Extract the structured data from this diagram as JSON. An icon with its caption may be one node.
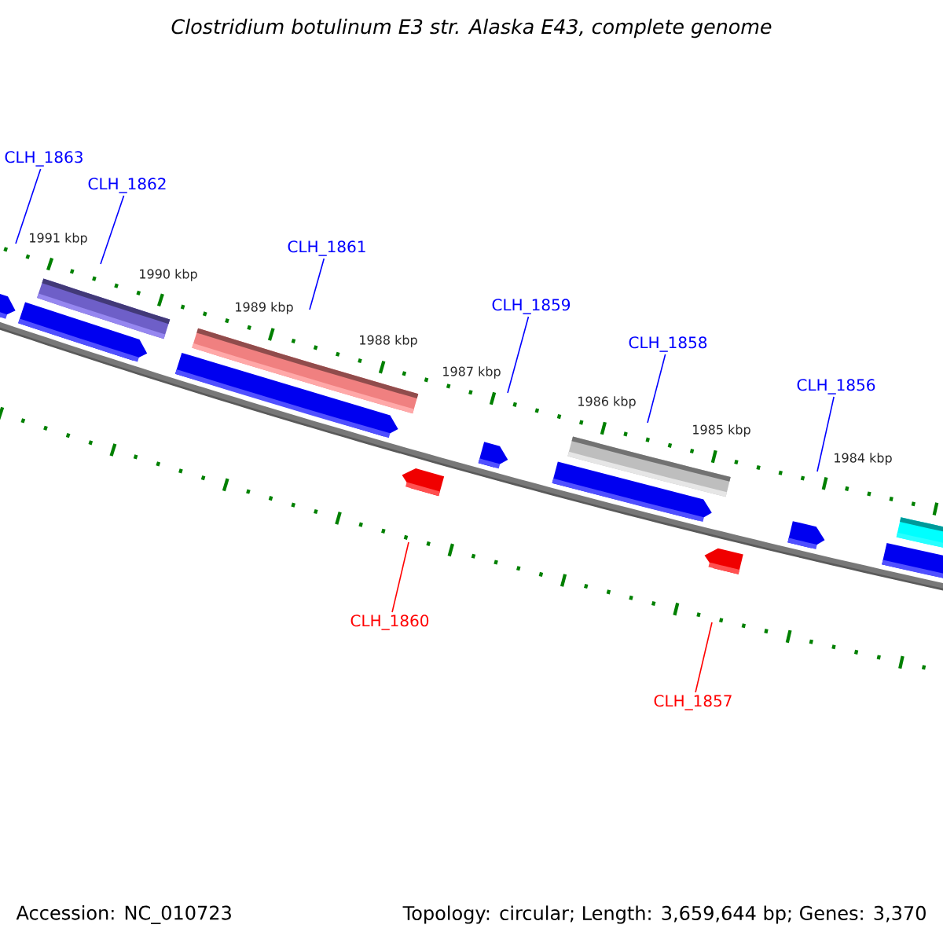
{
  "diagram": {
    "title": "Clostridium botulinum E3 str. Alaska E43, complete genome",
    "nodes": [
      {
        "text": [
          "CLH_1863"
        ]
      },
      {
        "text": [
          "CLH_1862"
        ]
      },
      {
        "text": [
          "CLH_1861"
        ]
      },
      {
        "text": [
          "CLH_1859"
        ]
      },
      {
        "text": [
          "CLH_1858"
        ]
      },
      {
        "text": [
          "CLH_1856"
        ]
      },
      {
        "text": [
          "CLH_1860"
        ]
      },
      {
        "text": [
          "CLH_1857"
        ]
      }
    ],
    "edges": [
      {
        "from": 0,
        "to": null,
        "arrow": "none"
      },
      {
        "from": 1,
        "to": null,
        "arrow": "none"
      },
      {
        "from": 2,
        "to": null,
        "arrow": "none"
      },
      {
        "from": 3,
        "to": null,
        "arrow": "none"
      },
      {
        "from": 4,
        "to": null,
        "arrow": "none"
      },
      {
        "from": 5,
        "to": null,
        "arrow": "none"
      },
      {
        "from": 6,
        "to": null,
        "arrow": "none",
        "color": "#ff0000"
      },
      {
        "from": 7,
        "to": null,
        "arrow": "none",
        "color": "#ff0000"
      }
    ],
    "labels": [
      "1991 kbp",
      "1990 kbp",
      "1989 kbp",
      "1988 kbp",
      "1987 kbp",
      "1986 kbp",
      "1985 kbp",
      "1984 kbp",
      "Accession: NC_010723",
      "Topology: circular; Length: 3,659,644 bp; Genes: 3,370"
    ]
  }
}
